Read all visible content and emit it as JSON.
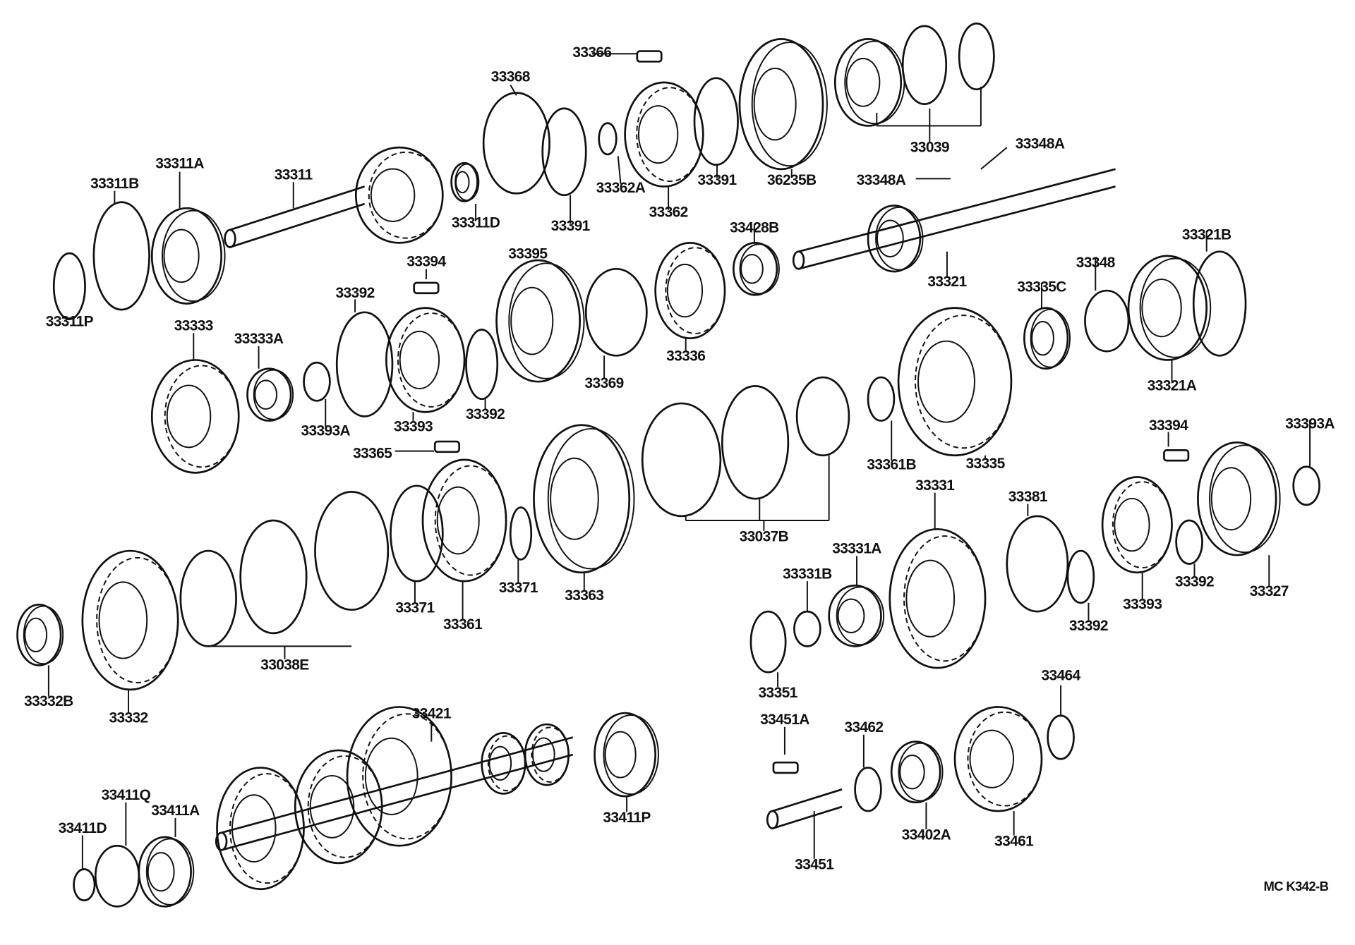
{
  "diagram": {
    "code": "MC K342-B",
    "part_labels": [
      "33366",
      "33368",
      "33311A",
      "33311B",
      "33311",
      "33311D",
      "33391",
      "33362A",
      "33362",
      "33391",
      "36235B",
      "33039",
      "33348A",
      "33348A",
      "33428B",
      "33321",
      "33321B",
      "33348",
      "33335C",
      "33311P",
      "33394",
      "33395",
      "33392",
      "33333",
      "33333A",
      "33393A",
      "33393",
      "33392",
      "33369",
      "33336",
      "33321A",
      "33365",
      "33361B",
      "33335",
      "33394",
      "33393A",
      "33331",
      "33381",
      "33037B",
      "33331A",
      "33331B",
      "33371",
      "33363",
      "33371",
      "33361",
      "33393",
      "33392",
      "33327",
      "33392",
      "33038E",
      "33332B",
      "33332",
      "33351",
      "33464",
      "33421",
      "33451A",
      "33462",
      "33411P",
      "33402A",
      "33461",
      "33451",
      "33411Q",
      "33411A",
      "33411D"
    ]
  }
}
